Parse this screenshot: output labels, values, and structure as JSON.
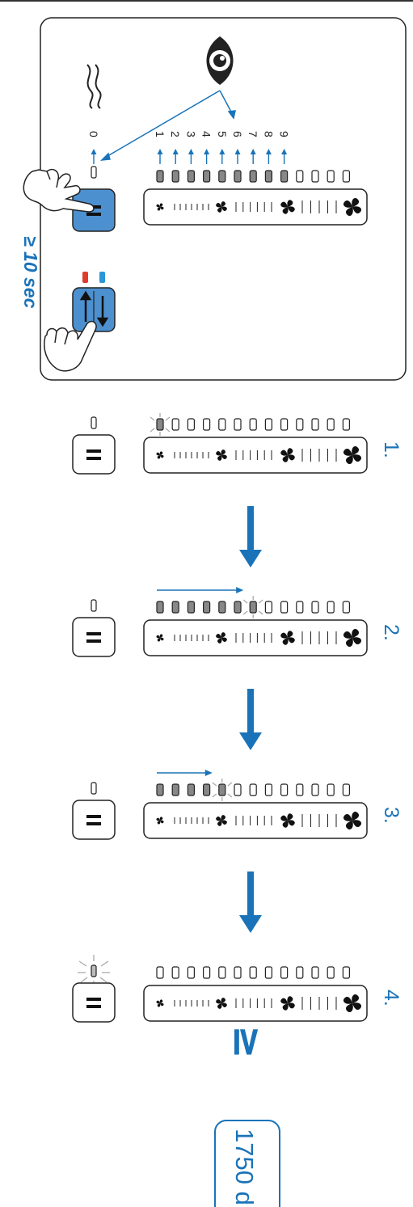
{
  "accent": "#1a73b8",
  "dark": "#222222",
  "panel": {
    "duration": "≥ 10 sec",
    "level_numbers": [
      "0",
      "1",
      "2",
      "3",
      "4",
      "5",
      "6",
      "7",
      "8",
      "9"
    ]
  },
  "steps": [
    {
      "label": "1.",
      "filled_leds": 0,
      "blink_index": 0,
      "arrow": false
    },
    {
      "label": "2.",
      "filled_leds": 6,
      "blink_index": 6,
      "arrow": true
    },
    {
      "label": "3.",
      "filled_leds": 4,
      "blink_index": 4,
      "arrow": true
    },
    {
      "label": "4.",
      "filled_leds": 0,
      "blink_index": -1,
      "arrow": false,
      "button_led_blink": true
    }
  ],
  "result": {
    "symbol": "≥",
    "value": "1750 d"
  },
  "icons": [
    "eye-icon",
    "wave-icon",
    "hand-icon",
    "fan-icon",
    "equals-button-icon",
    "toggle-arrows-icon",
    "down-arrow-icon"
  ]
}
